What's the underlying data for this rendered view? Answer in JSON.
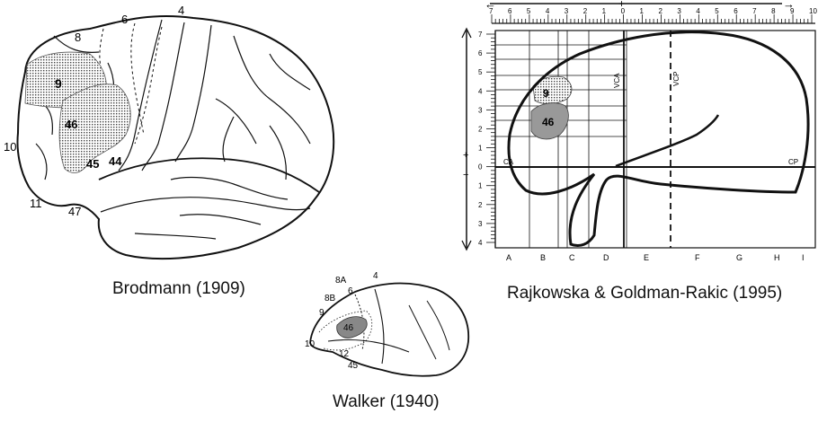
{
  "figure": {
    "captions": {
      "brodmann": "Brodmann (1909)",
      "walker": "Walker (1940)",
      "rajkowska": "Rajkowska & Goldman-Rakic (1995)"
    },
    "brodmann_labels": [
      "8",
      "6",
      "4",
      "9",
      "46",
      "10",
      "45",
      "44",
      "11",
      "47"
    ],
    "walker_labels": [
      "8A",
      "4",
      "8B",
      "6",
      "9",
      "46",
      "10",
      "12",
      "45"
    ],
    "grid": {
      "top_signs": [
        "←",
        "+",
        "→"
      ],
      "top_ticks": [
        "7",
        "6",
        "5",
        "4",
        "3",
        "2",
        "1",
        "0",
        "1",
        "2",
        "3",
        "4",
        "5",
        "6",
        "7",
        "8",
        "9",
        "10"
      ],
      "left_ticks": [
        "7",
        "6",
        "5",
        "4",
        "3",
        "2",
        "1",
        "0",
        "1",
        "2",
        "3",
        "4"
      ],
      "left_signs": [
        "+",
        "−"
      ],
      "columns": [
        "A",
        "B",
        "C",
        "D",
        "E",
        "F",
        "G",
        "H",
        "I"
      ],
      "area_labels": [
        "9",
        "46"
      ],
      "line_labels": {
        "vca": "VCA",
        "vcp": "VCP",
        "ca": "CA",
        "cp": "CP"
      }
    }
  }
}
